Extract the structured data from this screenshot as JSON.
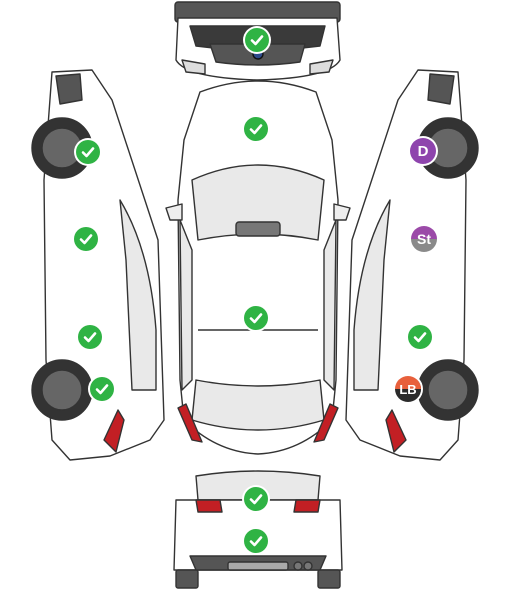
{
  "colors": {
    "check": "#2fb344",
    "badge_d": "#8e44ad",
    "badge_st": "#9b4aa8",
    "badge_lb": "#e8603c",
    "body_outline": "#333333",
    "glass": "#e9e9e9",
    "tail_light": "#c21f24",
    "tire": "#333333"
  },
  "icons": {
    "check": "check-icon"
  },
  "badges": {
    "d": {
      "label": "D"
    },
    "st": {
      "label": "St"
    },
    "lb": {
      "label": "LB"
    }
  }
}
